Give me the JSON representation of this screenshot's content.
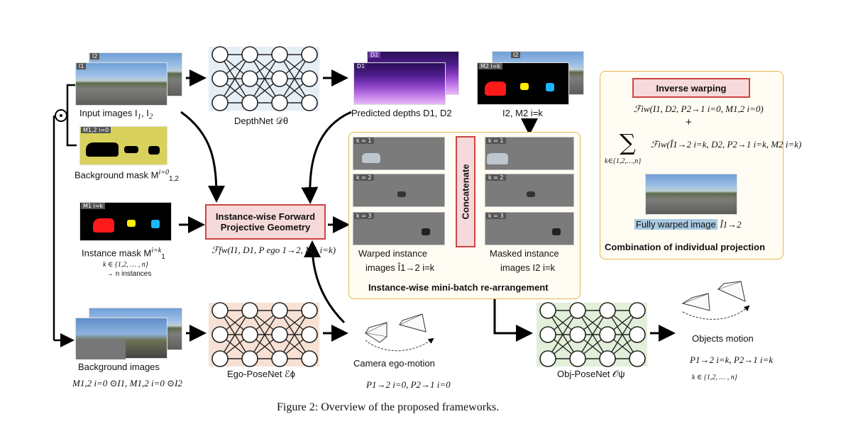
{
  "caption": "Figure 2: Overview of the proposed frameworks.",
  "input_images": {
    "label": "Input images I",
    "sub1": "1",
    "sep": ", I",
    "sub2": "2",
    "tag_front": "I1",
    "tag_back": "I2"
  },
  "background_mask": {
    "label": "Background mask M",
    "sup": "i=0",
    "sub": "1,2",
    "tag": "M1,2 i=0"
  },
  "instance_mask": {
    "label": "Instance mask M",
    "sup": "i=k",
    "sub": "1",
    "range": "k ∈ {1,2, … , n}",
    "arrow_text": "→ n instances",
    "tag": "M1 i=k"
  },
  "background_images": {
    "label": "Background images",
    "formula": "M1,2 i=0 ⊙I1, M1,2 i=0 ⊙I2"
  },
  "depthnet": {
    "label": "DepthNet 𝒟θ"
  },
  "ego_posenet": {
    "label": "Ego-PoseNet ℰϕ"
  },
  "obj_posenet": {
    "label": "Obj-PoseNet 𝒪ψ"
  },
  "predicted_depths": {
    "label": "Predicted depths D1, D2",
    "tag_front": "D1",
    "tag_back": "D2"
  },
  "i2_m2": {
    "label": "I2, M2 i=k",
    "tag_front": "M2 i=k",
    "tag_back": "I2"
  },
  "forward_box": {
    "line1": "Instance-wise Forward",
    "line2": "Projective Geometry",
    "formula": "ℱfw(I1, D1, P ego 1→2, M1 i=k)"
  },
  "camera_ego": {
    "label": "Camera ego-motion",
    "formula": "P1→2 i=0, P2→1 i=0"
  },
  "objects_motion": {
    "label": "Objects motion",
    "formula": "P1→2 i=k, P2→1 i=k",
    "range": "k ∈ {1,2, … , n}"
  },
  "mini_batch": {
    "title": "Instance-wise mini-batch re-arrangement",
    "concat": "Concatenate",
    "k_tags": [
      "k = 1",
      "k = 2",
      "k = 3"
    ],
    "warped_l1": "Warped instance",
    "warped_l2": "images Î1→2 i=k",
    "masked_l1": "Masked instance",
    "masked_l2": "images I2 i=k"
  },
  "combination": {
    "title": "Combination of individual projection",
    "box": "Inverse warping",
    "f1": "ℱiw(I1, D2, P2→1 i=0, M1,2 i=0)",
    "plus": "+",
    "sum": "∑",
    "sum_range": "k∈{1,2,…,n}",
    "f2": "ℱiw(Î1→2 i=k, D2, P2→1 i=k, M2 i=k)",
    "fully_warped": "Fully warped image",
    "fully_sym": "Î1→2"
  },
  "colors": {
    "red_box": "#c44444",
    "depth_net_bg": "#e6eef6",
    "ego_bg": "#f7e1d4",
    "obj_bg": "#e2efd9",
    "panel_border": "#e3b54b"
  }
}
